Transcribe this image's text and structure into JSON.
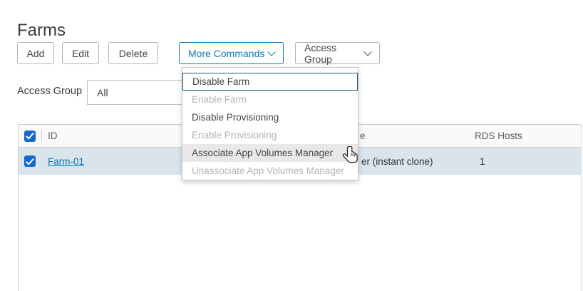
{
  "page": {
    "title": "Farms"
  },
  "toolbar": {
    "add": "Add",
    "edit": "Edit",
    "delete": "Delete",
    "more_commands": "More Commands",
    "access_group": "Access Group"
  },
  "filter": {
    "label": "Access Group",
    "value": "All"
  },
  "menu": {
    "items": [
      {
        "label": "Disable Farm",
        "enabled": true,
        "state": "focused"
      },
      {
        "label": "Enable Farm",
        "enabled": false,
        "state": "normal"
      },
      {
        "label": "Disable Provisioning",
        "enabled": true,
        "state": "normal"
      },
      {
        "label": "Enable Provisioning",
        "enabled": false,
        "state": "normal"
      },
      {
        "label": "Associate App Volumes Manager",
        "enabled": true,
        "state": "hover"
      },
      {
        "label": "Unassociate App Volumes Manager",
        "enabled": false,
        "state": "normal"
      }
    ]
  },
  "table": {
    "header_checkbox_checked": true,
    "headers": {
      "id": "ID",
      "type_visible_fragment": "e",
      "rds_hosts": "RDS Hosts"
    },
    "rows": [
      {
        "id": "Farm-01",
        "type_visible_fragment": "er (instant clone)",
        "rds_hosts": "1",
        "selected": true,
        "checked": true
      }
    ]
  },
  "icons": {
    "more_commands_chevron": "chevron-down-icon",
    "access_group_chevron": "chevron-down-icon",
    "cursor": "hand-pointer-icon"
  },
  "colors": {
    "accent_blue": "#0f7ab8",
    "checkbox_blue": "#1666d0",
    "selected_row_bg": "#d9e4ec",
    "link_blue": "#0b77b8",
    "menu_focus_outline": "#23587c",
    "menu_hover_bg": "#e8e8e8",
    "disabled_text": "#b4b4b4",
    "border_gray": "#c6c6c6",
    "header_bg": "#fafafa"
  }
}
